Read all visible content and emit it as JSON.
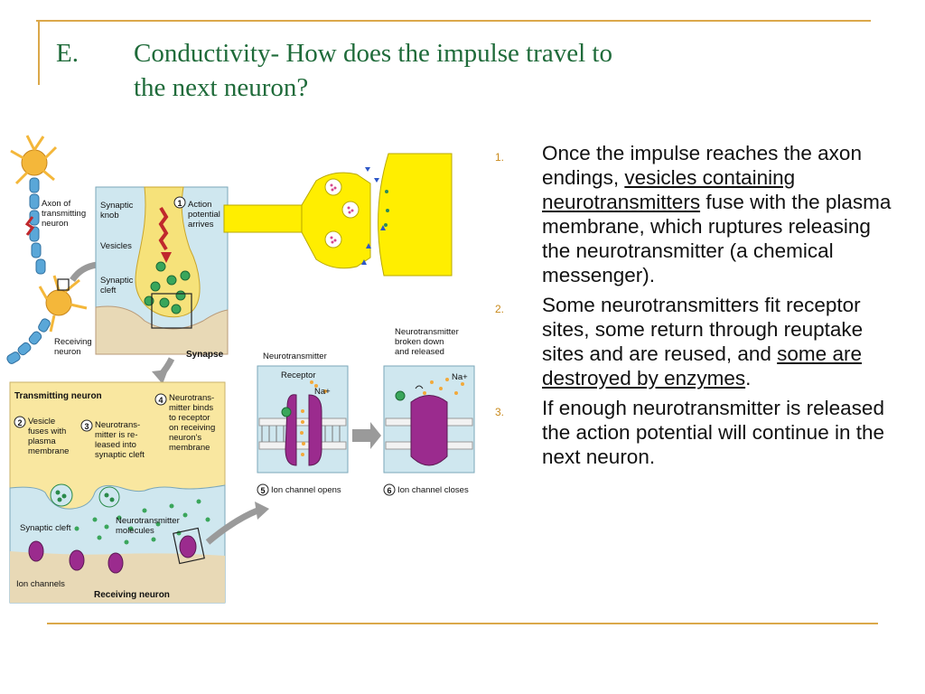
{
  "slide": {
    "title_letter": "E.",
    "title_line1": "Conductivity- How does the impulse travel to",
    "title_line2": "the next neuron?"
  },
  "bullets": [
    {
      "num": "1.",
      "pre": "Once the impulse reaches the axon endings, ",
      "link": "vesicles containing neurotransmitters",
      "post": " fuse with the plasma membrane, which ruptures releasing the neurotransmitter (a chemical messenger)."
    },
    {
      "num": "2.",
      "pre": "Some neurotransmitters fit receptor sites, some return through reuptake sites and are reused, and ",
      "link": "some are destroyed by enzymes",
      "post": "."
    },
    {
      "num": "3.",
      "text": "If enough neurotransmitter is released the action potential will continue in the next neuron."
    }
  ],
  "figure": {
    "labels": {
      "axon": [
        "Axon of",
        "transmitting",
        "neuron"
      ],
      "receiving": [
        "Receiving",
        "neuron"
      ],
      "synaptic_knob": [
        "Synaptic",
        "knob"
      ],
      "vesicles": "Vesicles",
      "synaptic_cleft_top": [
        "Synaptic",
        "cleft"
      ],
      "synapse": "Synapse",
      "step1_num": "1",
      "step1": [
        "Action",
        "potential",
        "arrives"
      ],
      "transmitting_neuron": "Transmitting neuron",
      "step2_num": "2",
      "step2": [
        "Vesicle",
        "fuses with",
        "plasma",
        "membrane"
      ],
      "step3_num": "3",
      "step3": [
        "Neurotrans-",
        "mitter is re-",
        "leased into",
        "synaptic cleft"
      ],
      "step4_num": "4",
      "step4": [
        "Neurotrans-",
        "mitter binds",
        "to receptor",
        "on receiving",
        "neuron's",
        "membrane"
      ],
      "synaptic_cleft_bottom": "Synaptic cleft",
      "nt_molecules": [
        "Neurotransmitter",
        "molecules"
      ],
      "ion_channels": "Ion channels",
      "receiving_neuron": "Receiving neuron",
      "neurotransmitter": "Neurotransmitter",
      "receptor": "Receptor",
      "na1": "Na+",
      "na2": "Na+",
      "broken_down": [
        "Neurotransmitter",
        "broken down",
        "and released"
      ],
      "step5_num": "5",
      "step5": "Ion channel opens",
      "step6_num": "6",
      "step6": "Ion channel closes"
    }
  },
  "colors": {
    "title": "#1f6b3a",
    "rule": "#dba84a",
    "number": "#c98a1c",
    "yellow": "#ffee00",
    "panel": "#f9e7a0",
    "membrane": "#cfe7ef",
    "ion_channel": "#9b2b8e"
  }
}
